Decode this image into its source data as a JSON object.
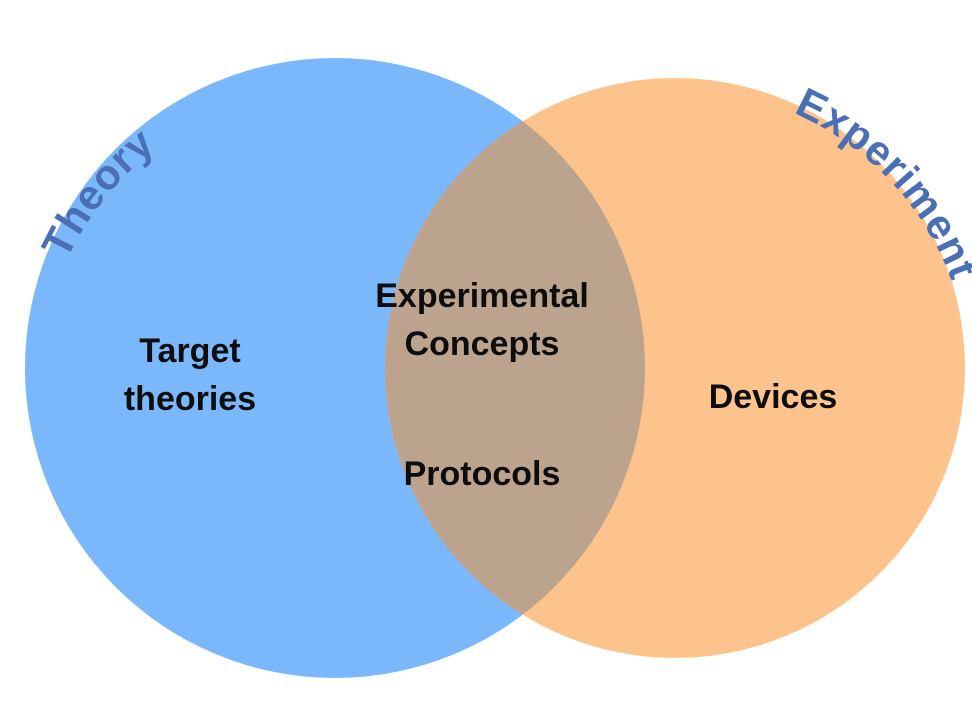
{
  "colors": {
    "theory_fill": "#7ab8fb",
    "experiment_fill": "#fdc38d",
    "overlap_fill": "#bba38e",
    "set_label_color": "#4a6fb5",
    "text_color": "#0d0d0d"
  },
  "sets": {
    "theory": {
      "label": "Theory"
    },
    "experiment": {
      "label": "Experiment"
    }
  },
  "regions": {
    "theory_only": {
      "lines": [
        "Target",
        "theories"
      ]
    },
    "overlap": {
      "lines": [
        "Experimental",
        "Concepts",
        "Protocols"
      ]
    },
    "experiment_only": {
      "lines": [
        "Devices"
      ]
    }
  }
}
